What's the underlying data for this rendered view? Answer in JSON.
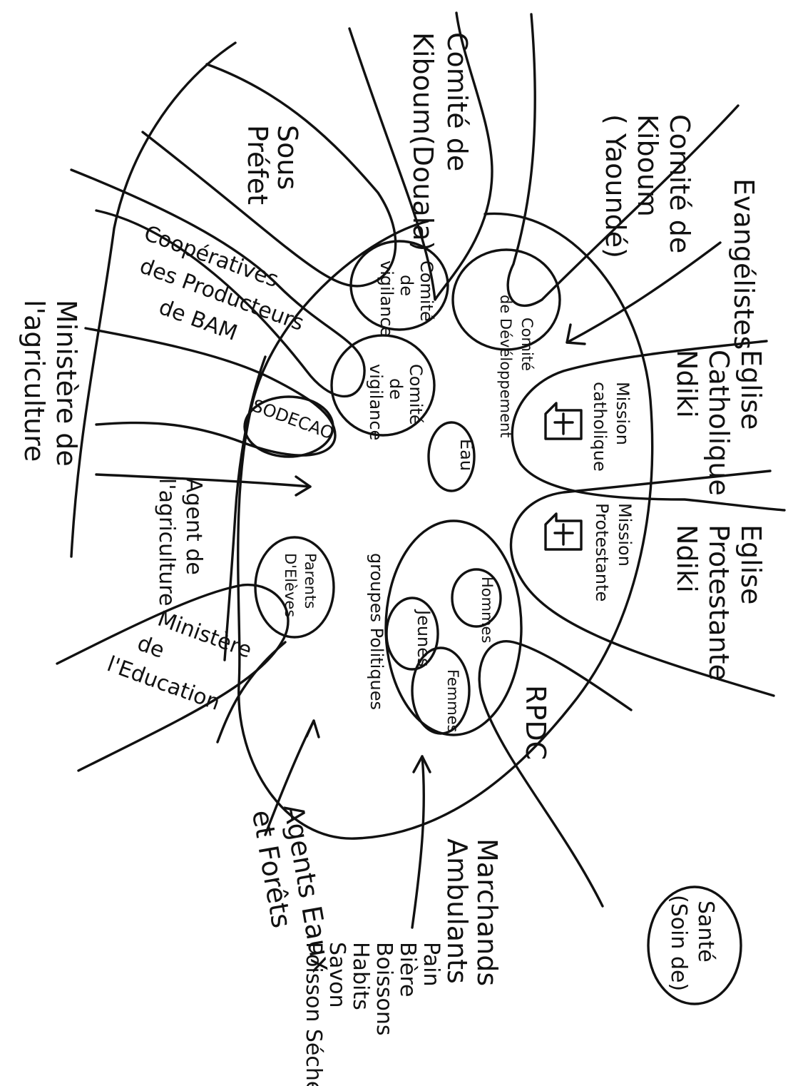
{
  "labels": {
    "comite_kiboum_yaounde": [
      "Comité de",
      "Kiboum",
      "( Yaoundé)"
    ],
    "comite_kiboum_douala": [
      "Comité de",
      "Kiboum(Douala)"
    ],
    "sous_prefet": [
      "Sous",
      "Préfet"
    ],
    "evangelistes": "Evangélistes",
    "eglise_catholique": [
      "Eglise",
      "Catholique",
      "Ndiki"
    ],
    "eglise_protestante": [
      "Eglise",
      "Protestante",
      "Ndiki"
    ],
    "cooperatives": [
      "Coopératives",
      "des Producteurs",
      "de BAM"
    ],
    "ministere_agriculture": [
      "Ministère de",
      "l'agriculture"
    ],
    "sodecao": "SODECAO",
    "agent_agriculture": [
      "Agent de",
      "l'agriculture"
    ],
    "ministere_education": [
      "Ministère",
      "de",
      "l'Education"
    ],
    "agents_eaux_forets": [
      "Agents Eaux",
      "et Forêts"
    ],
    "marchands_ambulants": [
      "Marchands",
      "Ambulants"
    ],
    "goods": [
      "Pain",
      "Bière",
      "Boissons",
      "Habits",
      "Savon",
      "Poisson Séché"
    ],
    "sante": [
      "Santé",
      "(Soin de)"
    ],
    "rpdc": "RPDC",
    "comite_developpement": [
      "Comité",
      "de Dévéloppement"
    ],
    "comite_vigilance_1": [
      "Comité",
      "de",
      "vigilance"
    ],
    "comite_vigilance_2": [
      "Comité",
      "de",
      "vigilance"
    ],
    "eau": "Eau",
    "mission_catholique": [
      "Mission",
      "catholique"
    ],
    "mission_protestante": [
      "Mission",
      "Protestante"
    ],
    "parents_eleves": [
      "Parents",
      "D'Elèves"
    ],
    "groupes_politiques": [
      "groupes Politiques"
    ],
    "hommes": "Hommes",
    "jeunes": "Jeunes",
    "femmes": "Femmes"
  },
  "colors": {
    "ink": "#111111",
    "paper": "#ffffff"
  }
}
